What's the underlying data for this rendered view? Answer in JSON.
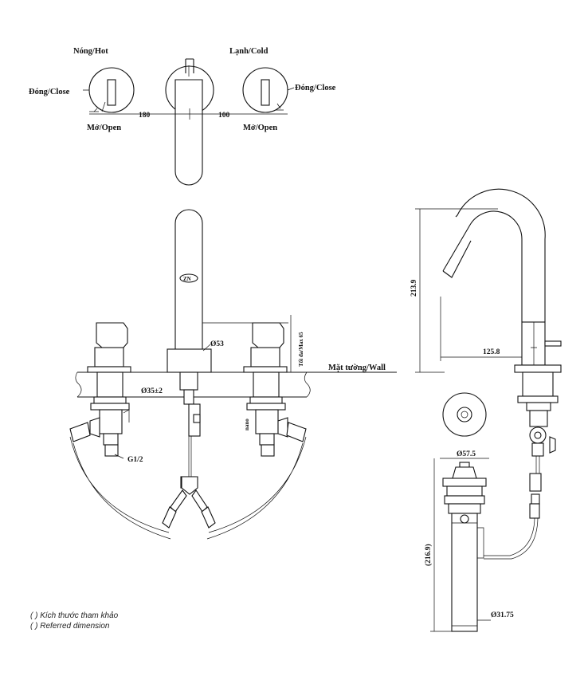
{
  "top_view": {
    "hot_label": "Nóng/Hot",
    "cold_label": "Lạnh/Cold",
    "close_left": "Đóng/Close",
    "close_right": "Đóng/Close",
    "open_left": "Mở/Open",
    "open_right": "Mở/Open",
    "dim_left": "180",
    "dim_right": "100"
  },
  "front_view": {
    "spout_dia": "Ø53",
    "max_dim": "Tối đa/Max 65",
    "wall_label": "Mặt tường/Wall",
    "hole_dia": "Ø35±2",
    "thread": "G1/2",
    "logo_text": "ZN"
  },
  "side_view": {
    "height": "213.9",
    "reach": "125.8",
    "drain_dia": "Ø57.5",
    "drain_height": "(216.9)",
    "pipe_dia": "Ø31.75"
  },
  "notes": {
    "line1": "( ) Kích thước tham khảo",
    "line2": "( ) Referred dimension"
  }
}
